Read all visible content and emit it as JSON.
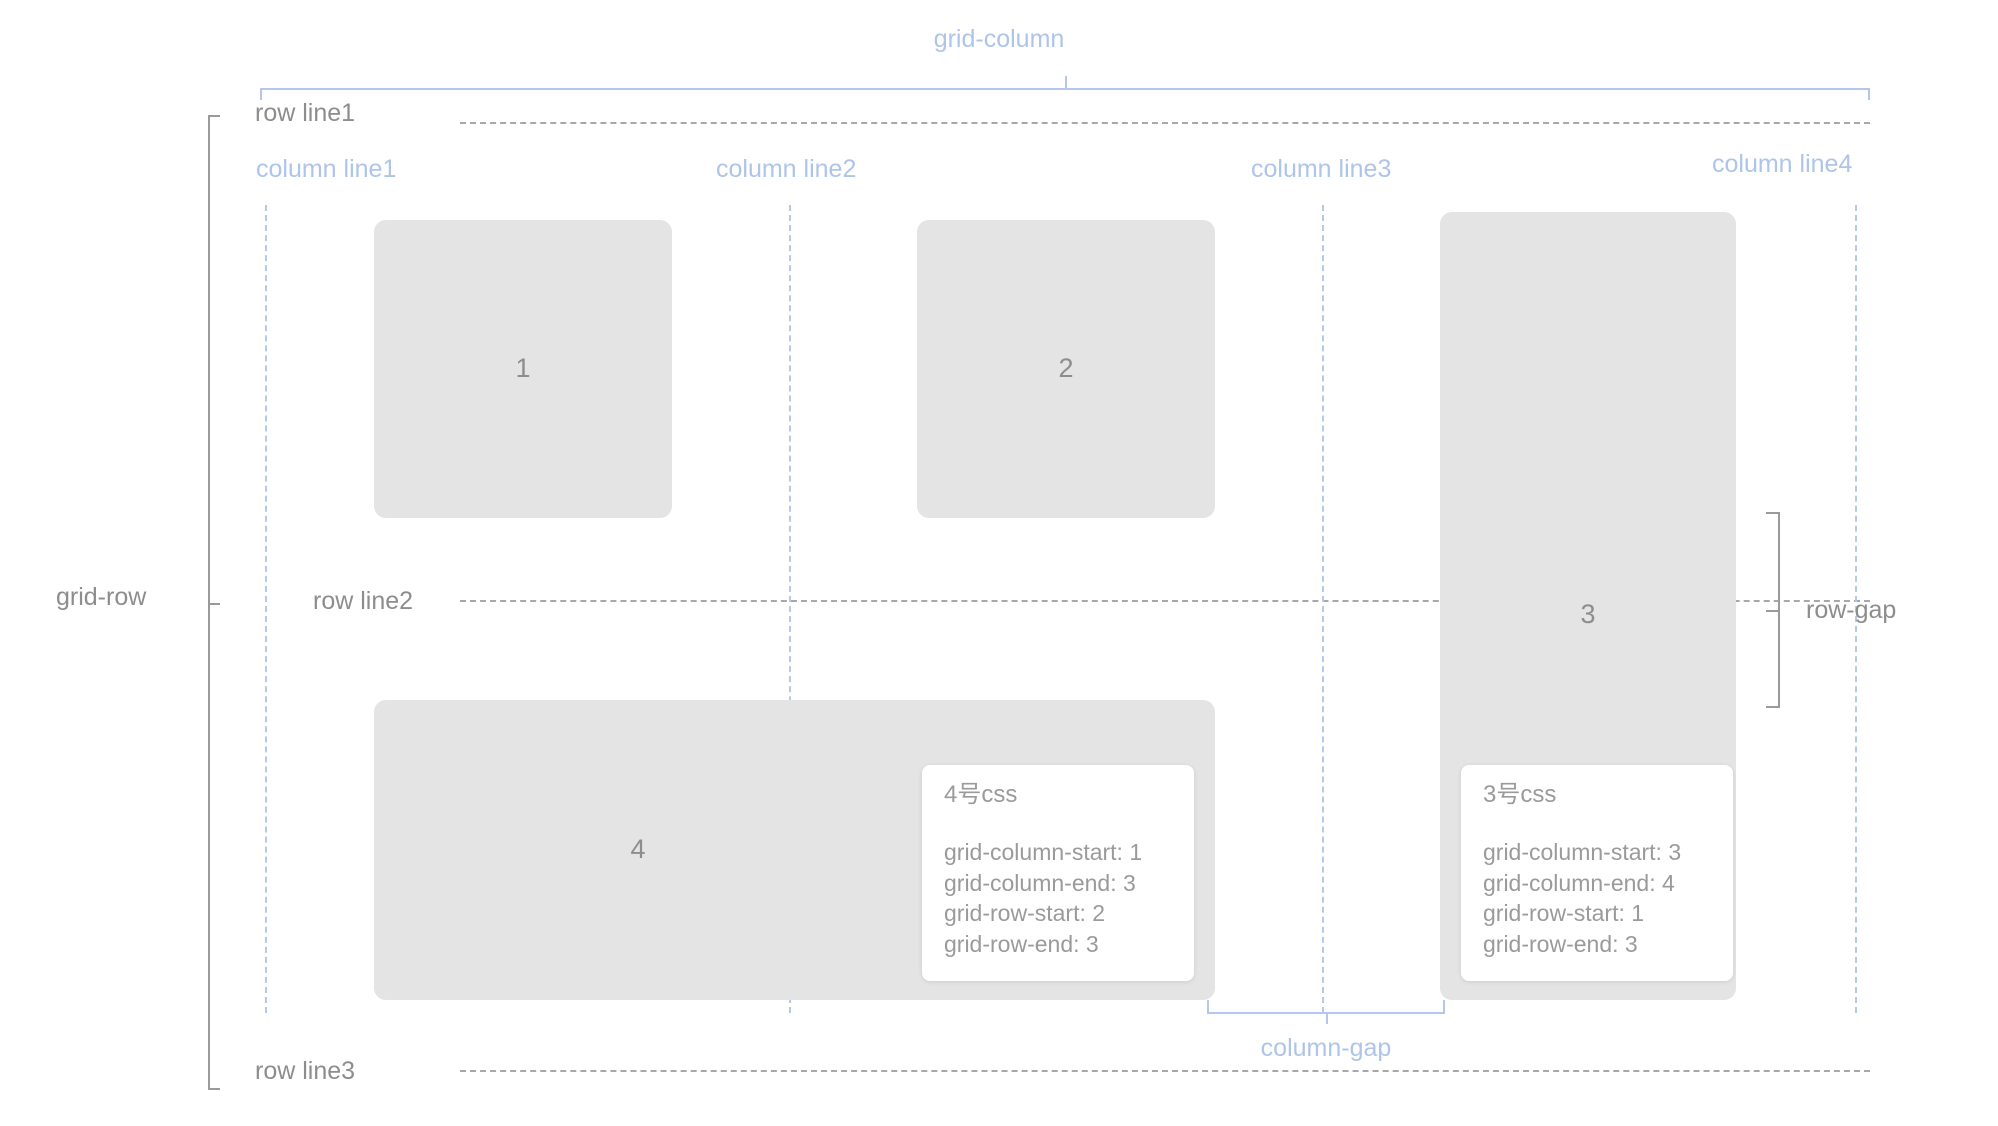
{
  "diagram": {
    "title": "CSS Grid line and gap diagram",
    "colors": {
      "grid_line_blue": "#b7c9ea",
      "row_line_gray": "#a8a8a8",
      "label_blue": "#aec4e8",
      "label_gray": "#8d8d8d",
      "box_fill": "#e4e4e4",
      "card_bg": "#ffffff",
      "background": "#ffffff"
    }
  },
  "brackets": {
    "grid_column": {
      "label": "grid-column",
      "color": "#b3c7ea"
    },
    "grid_row": {
      "label": "grid-row",
      "color": "#9a9a9a"
    },
    "row_gap": {
      "label": "row-gap",
      "color": "#9a9a9a"
    },
    "column_gap": {
      "label": "column-gap",
      "color": "#b3c7ea"
    }
  },
  "column_lines": [
    {
      "label": "column line1"
    },
    {
      "label": "column line2"
    },
    {
      "label": "column line3"
    },
    {
      "label": "column line4"
    }
  ],
  "row_lines": [
    {
      "label": "row line1"
    },
    {
      "label": "row line2"
    },
    {
      "label": "row line3"
    }
  ],
  "items": [
    {
      "number": "1"
    },
    {
      "number": "2"
    },
    {
      "number": "3"
    },
    {
      "number": "4"
    }
  ],
  "cards": [
    {
      "title": "4号css",
      "lines": [
        "grid-column-start: 1",
        "grid-column-end: 3",
        "grid-row-start: 2",
        "grid-row-end: 3"
      ]
    },
    {
      "title": "3号css",
      "lines": [
        "grid-column-start: 3",
        "grid-column-end: 4",
        "grid-row-start: 1",
        "grid-row-end: 3"
      ]
    }
  ]
}
